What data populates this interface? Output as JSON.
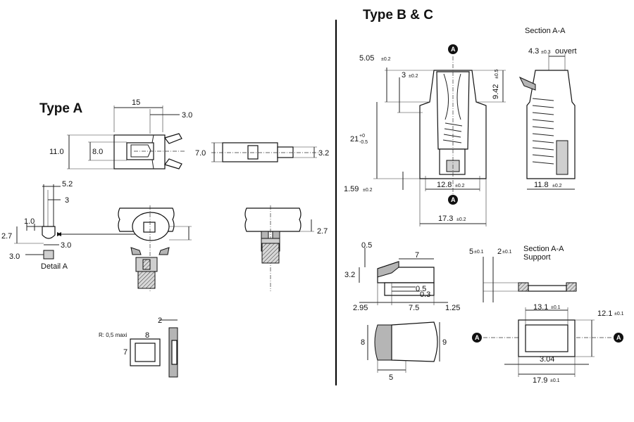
{
  "type_a": {
    "title": "Type A",
    "dims": {
      "w15": "15",
      "d3_0": "3.0",
      "h11": "11.0",
      "h8": "8.0",
      "h7": "7.0",
      "d3_2": "3.2"
    },
    "detail": {
      "d5_2": "5.2",
      "d3": "3",
      "d1_0": "1.0",
      "d2_7": "2.7",
      "d3_0a": "3.0",
      "d3_0b": "3.0",
      "label": "Detail A"
    },
    "panel_dim": "2.7",
    "section": {
      "r_label": "R: 0,5 maxi",
      "d8": "8",
      "d7": "7",
      "d2": "2"
    }
  },
  "type_bc": {
    "title": "Type B & C",
    "section_aa": "Section  A-A",
    "section_support": "Section  A-A",
    "support": "Support",
    "marker": "A",
    "dims": {
      "d5_05": "5.05",
      "t5_05": "±0.2",
      "d3": "3",
      "t3": "±0.2",
      "d9_42": "9.42",
      "t9_42": "±0.5",
      "d21": "21",
      "t21_up": "+0",
      "t21_dn": "-0.5",
      "d1_59": "1.59",
      "t1_59": "±0.2",
      "d12_8": "12.8",
      "t12_8": "±0.2",
      "d17_3": "17.3",
      "t17_3": "±0.2",
      "d4_3": "4.3",
      "t4_3": "±0.3",
      "ouvert": "ouvert",
      "d11_8": "11.8",
      "t11_8": "±0.2"
    },
    "lower": {
      "d0_5": "0.5",
      "d7": "7",
      "d3_2": "3.2",
      "d0_5b": "0.5",
      "d0_3": "0.3",
      "d2_95": "2.95",
      "d7_5": "7.5",
      "d1_25": "1.25",
      "d8": "8",
      "d9": "9",
      "d5": "5",
      "d5s": "5",
      "t5s": "±0.1",
      "d2s": "2",
      "t2s": "±0.1",
      "d13_1": "13.1",
      "t13_1": "±0.1",
      "d12_1": "12.1",
      "t12_1": "±0.1",
      "d3_04": "3.04",
      "d17_9": "17.9",
      "t17_9": "±0.1"
    }
  }
}
